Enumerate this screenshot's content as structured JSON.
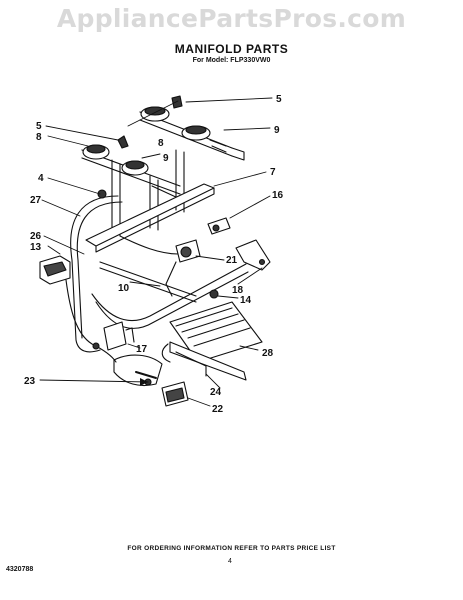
{
  "watermark": "AppliancePartsPros.com",
  "header": {
    "title": "MANIFOLD PARTS",
    "model": "For Model: FLP330VW0"
  },
  "callouts": [
    {
      "id": "5a",
      "label": "5"
    },
    {
      "id": "5b",
      "label": "5"
    },
    {
      "id": "8a",
      "label": "8"
    },
    {
      "id": "8b",
      "label": "8"
    },
    {
      "id": "9a",
      "label": "9"
    },
    {
      "id": "9b",
      "label": "9"
    },
    {
      "id": "4",
      "label": "4"
    },
    {
      "id": "7",
      "label": "7"
    },
    {
      "id": "16",
      "label": "16"
    },
    {
      "id": "27",
      "label": "27"
    },
    {
      "id": "26",
      "label": "26"
    },
    {
      "id": "13",
      "label": "13"
    },
    {
      "id": "21",
      "label": "21"
    },
    {
      "id": "10",
      "label": "10"
    },
    {
      "id": "18",
      "label": "18"
    },
    {
      "id": "14",
      "label": "14"
    },
    {
      "id": "17",
      "label": "17"
    },
    {
      "id": "28",
      "label": "28"
    },
    {
      "id": "23",
      "label": "23"
    },
    {
      "id": "24",
      "label": "24"
    },
    {
      "id": "22",
      "label": "22"
    }
  ],
  "footer": {
    "ordering_note": "FOR ORDERING INFORMATION REFER TO PARTS PRICE LIST",
    "page_number": "4",
    "part_number": "4320788"
  }
}
